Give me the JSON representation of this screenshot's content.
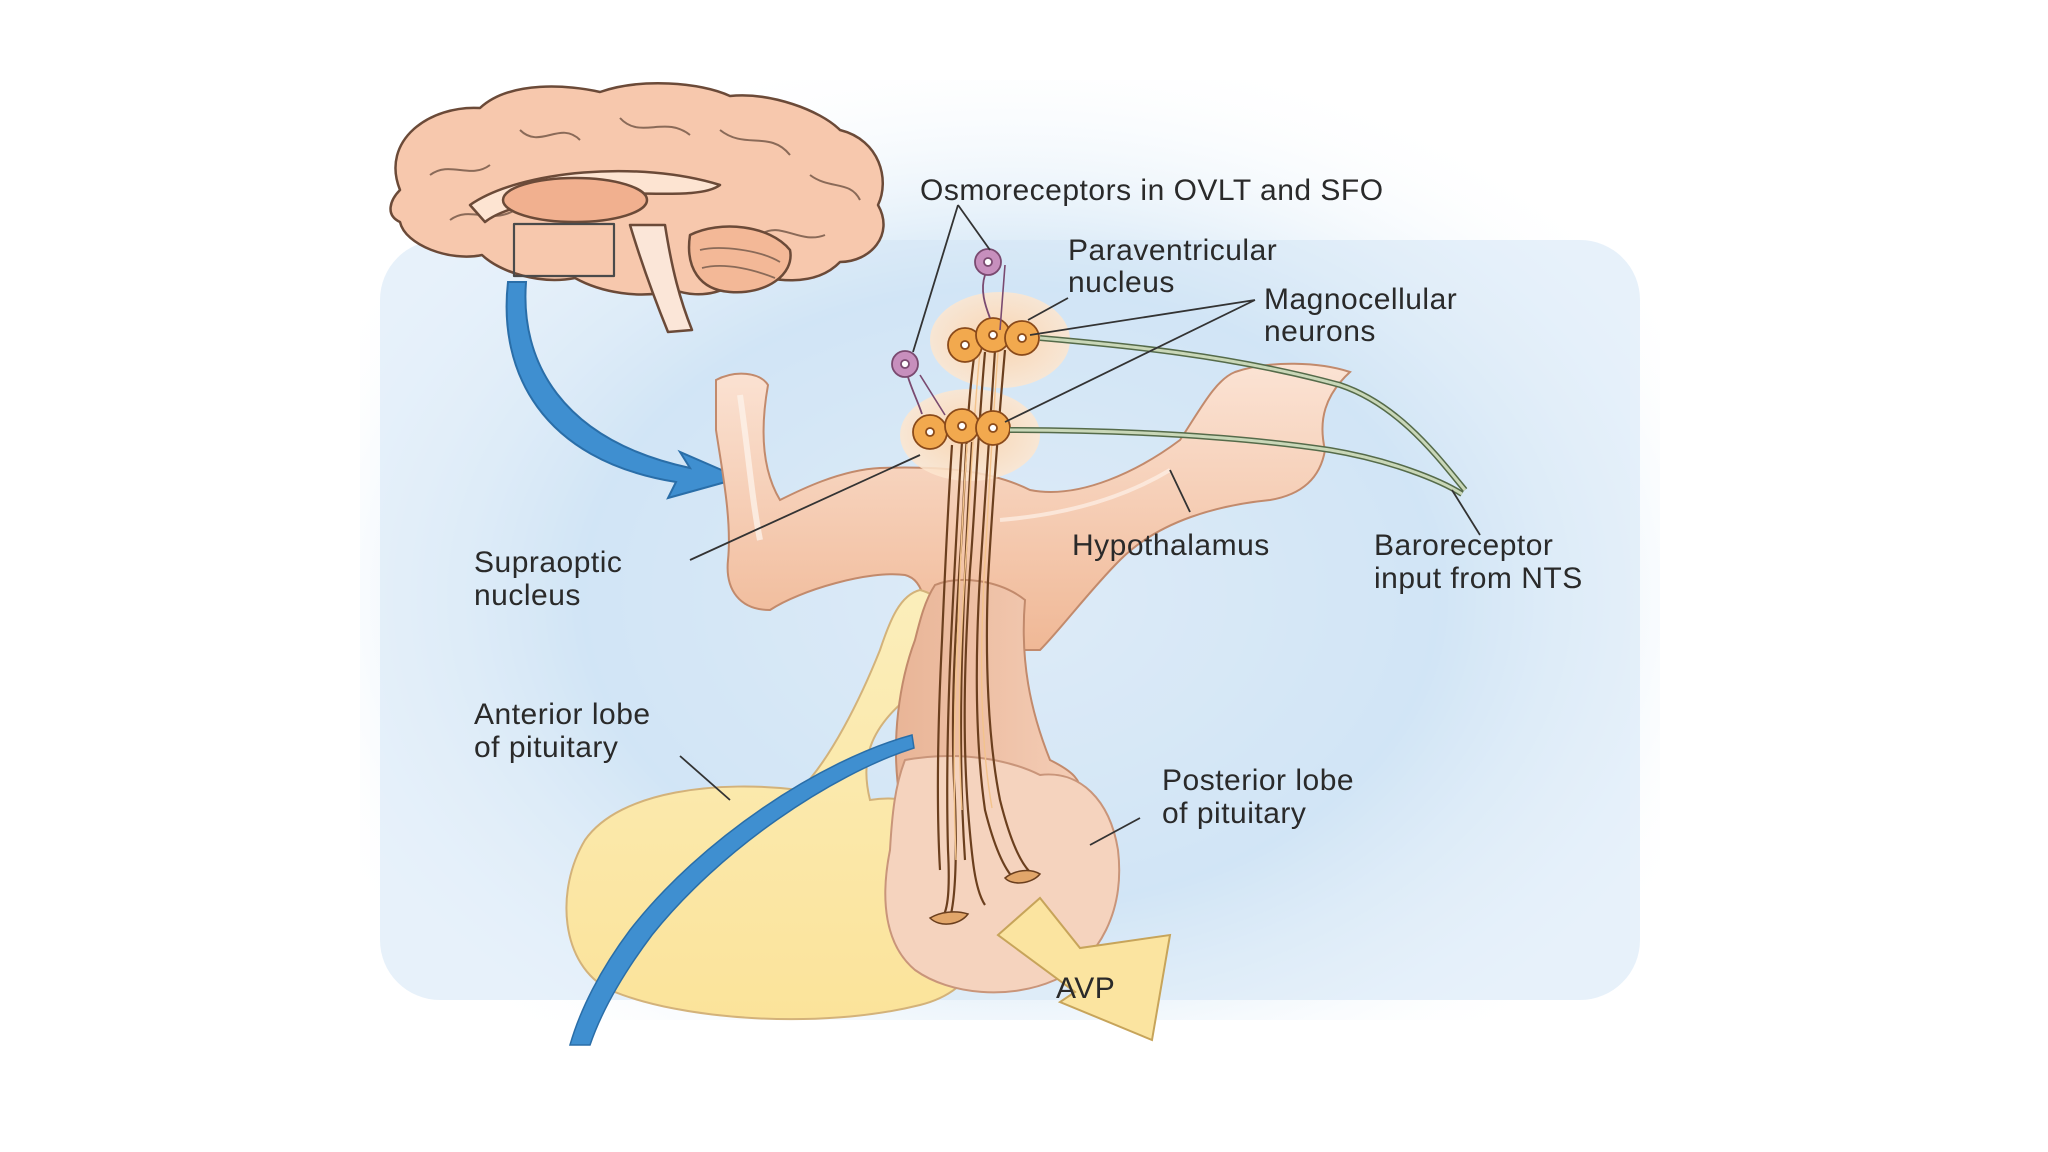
{
  "labels": {
    "osmoreceptors": "Osmoreceptors in OVLT and SFO",
    "paraventricular_1": "Paraventricular",
    "paraventricular_2": "nucleus",
    "magnocellular_1": "Magnocellular",
    "magnocellular_2": "neurons",
    "supraoptic_1": "Supraoptic",
    "supraoptic_2": "nucleus",
    "hypothalamus": "Hypothalamus",
    "baroreceptor_1": "Baroreceptor",
    "baroreceptor_2": "input from NTS",
    "anterior_1": "Anterior lobe",
    "anterior_2": "of pituitary",
    "posterior_1": "Posterior lobe",
    "posterior_2": "of pituitary",
    "avp": "AVP"
  },
  "colors": {
    "background_glow": "#cfe4f5",
    "brain": "#f6c7ad",
    "brain_outline": "#5a3a2a",
    "hypothalamus": "#f2c0a2",
    "anterior_lobe": "#fbeaa6",
    "posterior_lobe": "#f5d2bd",
    "neuron": "#f2a94e",
    "osmoreceptor": "#c78fbd",
    "arrow_blue": "#3f8fd0",
    "avp_arrow": "#fbe4a0"
  }
}
